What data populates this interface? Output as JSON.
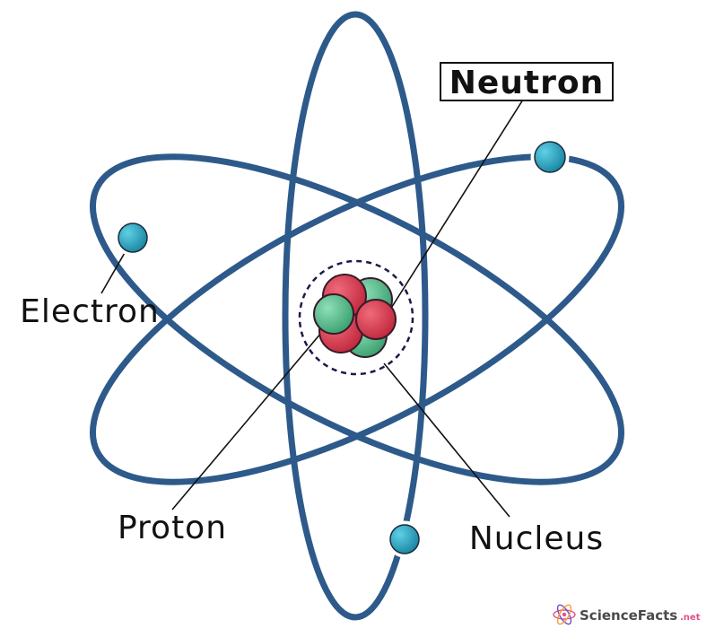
{
  "labels": {
    "neutron": "Neutron",
    "electron": "Electron",
    "proton": "Proton",
    "nucleus": "Nucleus"
  },
  "brand": {
    "name": "ScienceFacts",
    "suffix": ".net"
  },
  "colors": {
    "orbit": "#2d5a8a",
    "electron": "#1e95b5",
    "proton": "#d83a4e",
    "neutron": "#4fb98a",
    "leader_line": "#111111",
    "nucleus_boundary": "#1a1a4a",
    "brand_accent": "#e0508a"
  },
  "icons": {
    "brand_logo": "atom-icon"
  }
}
